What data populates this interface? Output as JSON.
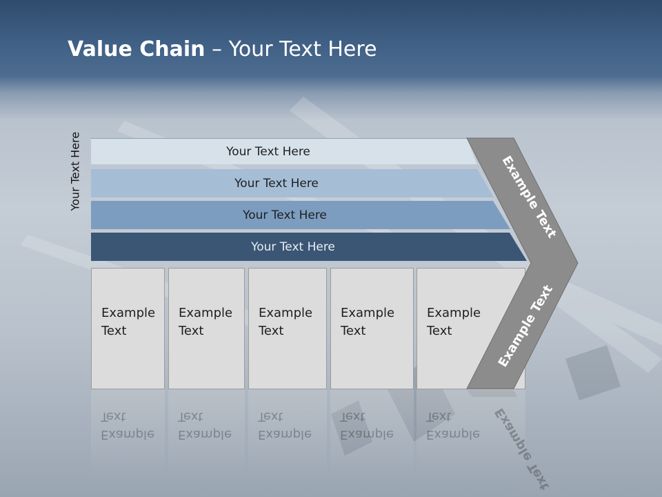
{
  "title": {
    "bold": "Value Chain",
    "rest": " – Your Text Here"
  },
  "side_label": "Your Text Here",
  "bars": [
    {
      "label": "Your Text Here"
    },
    {
      "label": "Your Text Here"
    },
    {
      "label": "Your Text Here"
    },
    {
      "label": "Your Text Here"
    }
  ],
  "boxes": [
    {
      "line1": "Example",
      "line2": "Text"
    },
    {
      "line1": "Example",
      "line2": "Text"
    },
    {
      "line1": "Example",
      "line2": "Text"
    },
    {
      "line1": "Example",
      "line2": "Text"
    },
    {
      "line1": "Example",
      "line2": "Text"
    }
  ],
  "chevron": {
    "top_label": "Example Text",
    "bottom_label": "Example Text"
  },
  "colors": {
    "bar1": "#d6e1ea",
    "bar2": "#a6bdd6",
    "bar3": "#7c9dc0",
    "bar4": "#3b5675",
    "chevron": "#8c8c8c",
    "box": "#dcdcdc"
  }
}
